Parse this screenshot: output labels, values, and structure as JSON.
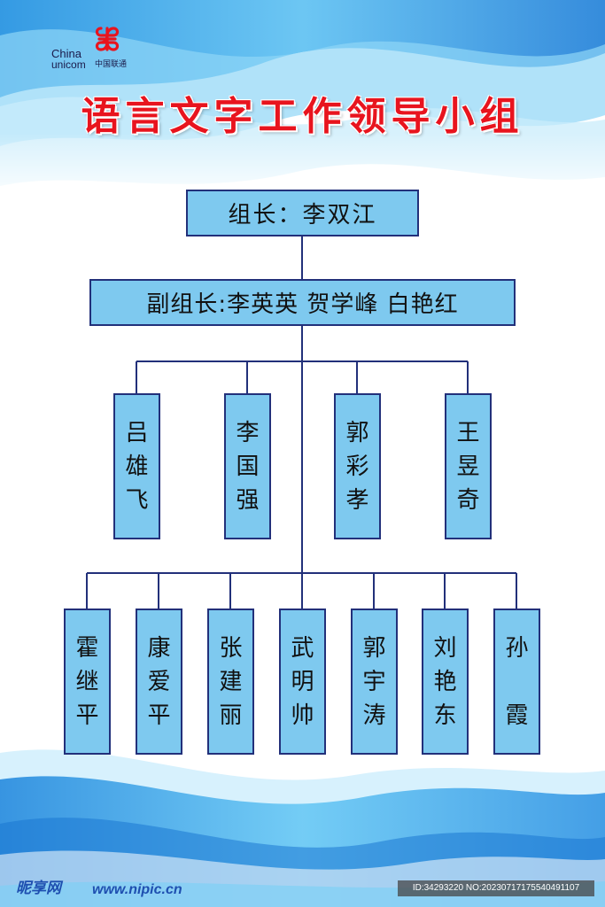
{
  "brand": {
    "logo_en_line1": "China",
    "logo_en_line2": "unicom",
    "logo_cn": "中国联通",
    "accent_color": "#e8141e"
  },
  "title": "语言文字工作领导小组",
  "org": {
    "leader": "组长：李双江",
    "deputy": "副组长:李英英 贺学峰 白艳红",
    "row1": [
      "吕雄飞",
      "李国强",
      "郭彩孝",
      "王昱奇"
    ],
    "row2": [
      "霍继平",
      "康爱平",
      "张建丽",
      "武明帅",
      "郭宇涛",
      "刘艳东",
      "孙 霞"
    ]
  },
  "footer": {
    "site_logo": "昵享网",
    "url": "www.nipic.cn",
    "image_id": "ID:34293220 NO:20230717175540491107"
  },
  "colors": {
    "box_fill": "#7ec9ef",
    "box_border": "#22307a",
    "line_color": "#22307a",
    "title_color": "#e8141e",
    "wave_blue": "#3aa6e8"
  }
}
